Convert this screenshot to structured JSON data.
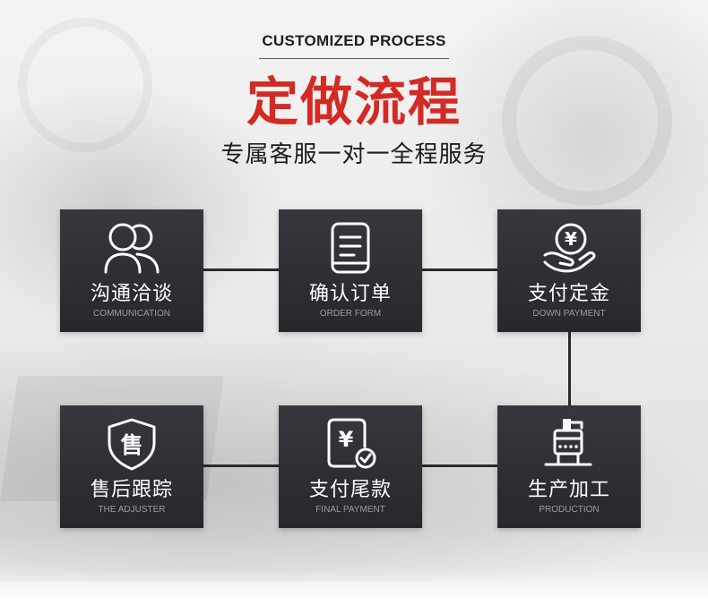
{
  "header": {
    "label_en": "CUSTOMIZED PROCESS",
    "title": "定做流程",
    "tagline": "专属客服一对一全程服务"
  },
  "colors": {
    "title_red": "#d42a24",
    "box_top": "#36383d",
    "box_bottom": "#26282c",
    "connector": "#2a2a2a",
    "label_white": "#ffffff",
    "label_gray": "#9d9d9d"
  },
  "steps": [
    {
      "icon": "people-icon",
      "title": "沟通洽谈",
      "subtitle": "COMMUNICATION"
    },
    {
      "icon": "document-icon",
      "title": "确认订单",
      "subtitle": "ORDER FORM"
    },
    {
      "icon": "hand-coin-icon",
      "icon_text": "¥",
      "title": "支付定金",
      "subtitle": "DOWN PAYMENT"
    },
    {
      "icon": "machine-icon",
      "title": "生产加工",
      "subtitle": "PRODUCTION"
    },
    {
      "icon": "receipt-check-icon",
      "icon_text": "¥",
      "title": "支付尾款",
      "subtitle": "FINAL PAYMENT"
    },
    {
      "icon": "shield-icon",
      "icon_text": "售",
      "title": "售后跟踪",
      "subtitle": "THE ADJUSTER"
    }
  ]
}
